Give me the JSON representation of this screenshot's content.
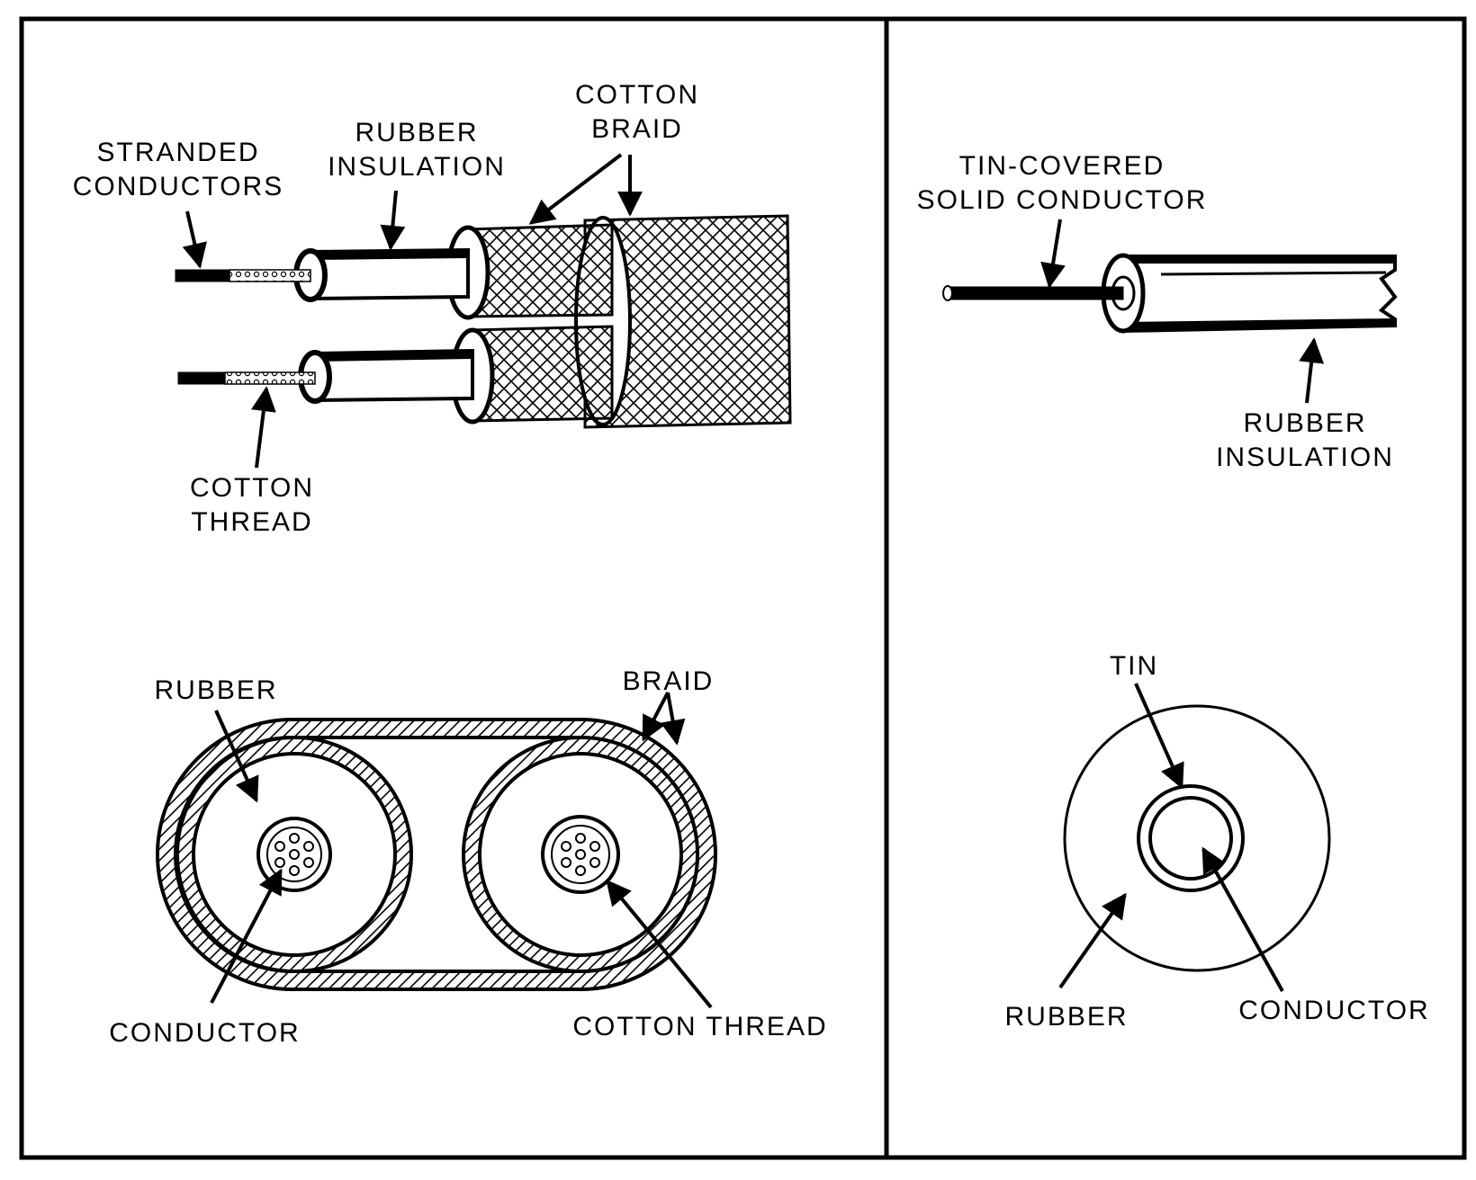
{
  "left_panel": {
    "stranded_conductors": [
      "STRANDED",
      "CONDUCTORS"
    ],
    "rubber_insulation": [
      "RUBBER",
      "INSULATION"
    ],
    "cotton_braid": [
      "COTTON",
      "BRAID"
    ],
    "cotton_thread": [
      "COTTON",
      "THREAD"
    ],
    "section_rubber": "RUBBER",
    "section_braid": "BRAID",
    "section_conductor": "CONDUCTOR",
    "section_cotton_thread": "COTTON  THREAD"
  },
  "right_panel": {
    "tin_covered": [
      "TIN-COVERED",
      "SOLID  CONDUCTOR"
    ],
    "rubber_insulation": [
      "RUBBER",
      "INSULATION"
    ],
    "section_tin": "TIN",
    "section_rubber": "RUBBER",
    "section_conductor": "CONDUCTOR"
  },
  "colors": {
    "ink": "#000000",
    "paper": "#ffffff"
  }
}
